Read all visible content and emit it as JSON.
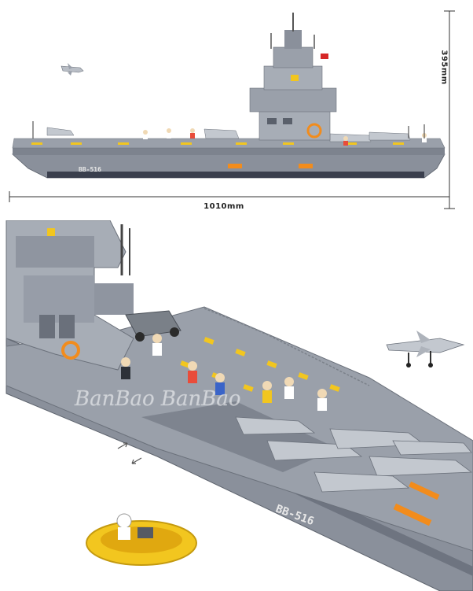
{
  "dimensions": {
    "length": "1010mm",
    "height": "395mm"
  },
  "ship": {
    "hull_number": "BB-516"
  },
  "watermark": "BanBao BanBao",
  "colors": {
    "hull": "#8a909b",
    "hull_dark": "#3a3f4d",
    "deck": "#9aa0aa",
    "tower": "#a7adb6",
    "yellow": "#f2c61f",
    "orange": "#f28c1c",
    "dimension_line": "#333333"
  },
  "icons": {
    "dimension_arrow": "dimension-arrow-icon"
  }
}
